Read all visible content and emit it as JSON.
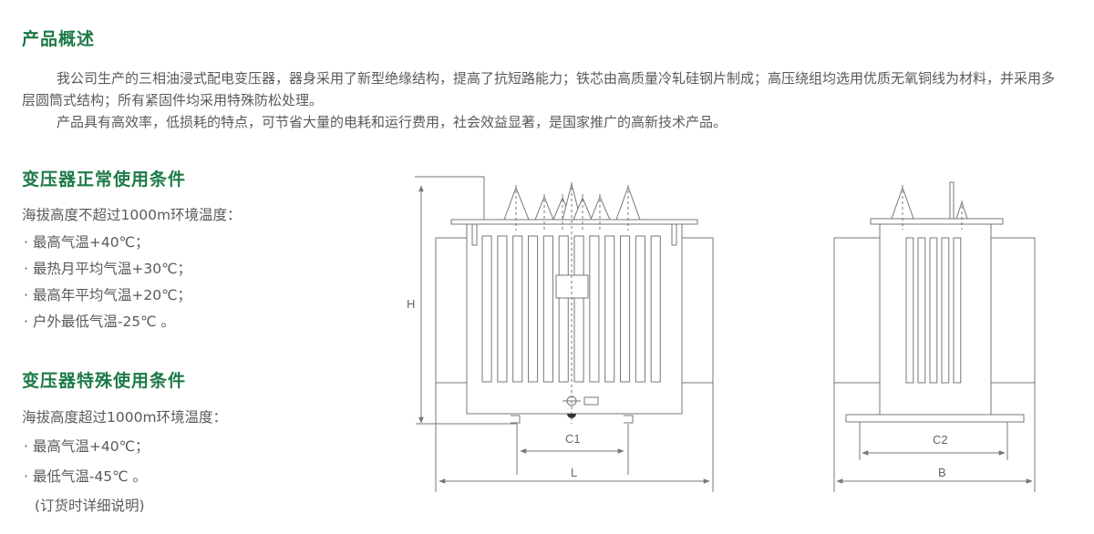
{
  "overview": {
    "title": "产品概述",
    "para1": "我公司生产的三相油浸式配电变压器，器身采用了新型绝缘结构，提高了抗短路能力；铁芯由高质量冷轧硅钢片制成；高压绕组均选用优质无氧铜线为材料，并采用多层圆筒式结构；所有紧固件均采用特殊防松处理。",
    "para2": "产品具有高效率，低损耗的特点，可节省大量的电耗和运行费用，社会效益显著，是国家推广的高新技术产品。"
  },
  "normal": {
    "title": "变压器正常使用条件",
    "intro": "海拔高度不超过1000m环境温度：",
    "items": [
      "· 最高气温+40℃；",
      "· 最热月平均气温+30℃；",
      "· 最高年平均气温+20℃；",
      "· 户外最低气温-25℃ 。"
    ]
  },
  "special": {
    "title": "变压器特殊使用条件",
    "intro": "海拔高度超过1000m环境温度：",
    "items": [
      "· 最高气温+40℃；",
      "· 最低气温-45℃ 。"
    ],
    "note": "(订货时详细说明)"
  },
  "drawing": {
    "front_labels": {
      "height": "H",
      "c1": "C1",
      "length": "L"
    },
    "side_labels": {
      "c2": "C2",
      "width": "B"
    }
  },
  "colors": {
    "heading": "#1d7a48",
    "text": "#5a5a5a",
    "line": "#777777"
  }
}
